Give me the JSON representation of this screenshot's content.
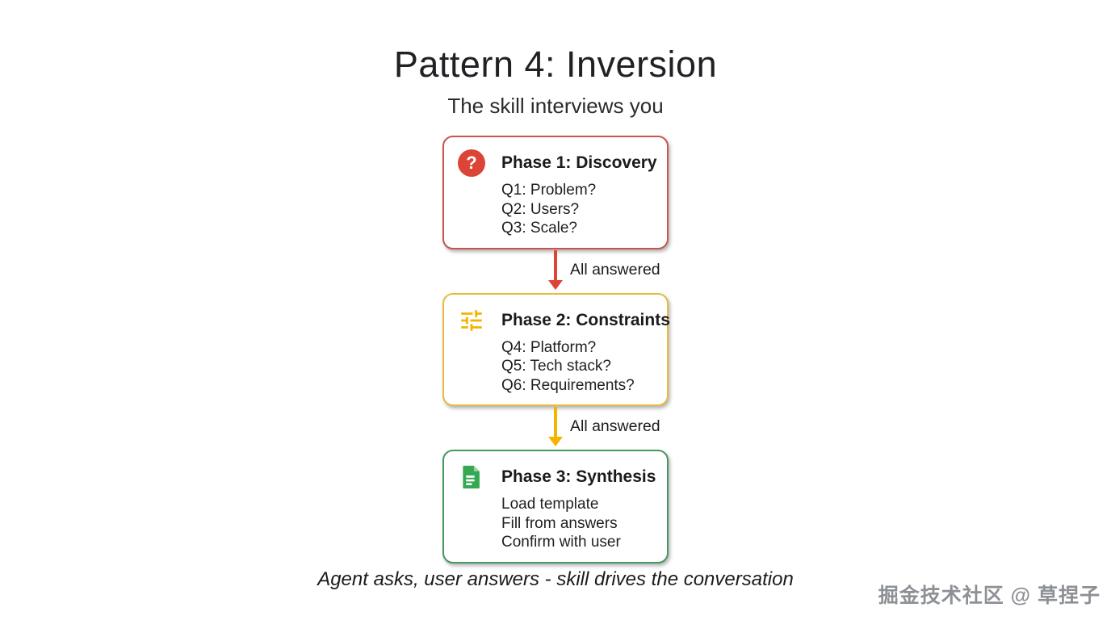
{
  "header": {
    "title": "Pattern 4: Inversion",
    "subtitle": "The skill interviews you"
  },
  "phases": [
    {
      "icon": "question-circle-icon",
      "icon_glyph": "?",
      "color": "#DB4437",
      "title": "Phase 1: Discovery",
      "lines": [
        "Q1: Problem?",
        "Q2: Users?",
        "Q3: Scale?"
      ]
    },
    {
      "icon": "tune-sliders-icon",
      "color": "#F4B400",
      "title": "Phase 2: Constraints",
      "lines": [
        "Q4: Platform?",
        "Q5: Tech stack?",
        "Q6: Requirements?"
      ]
    },
    {
      "icon": "document-icon",
      "color": "#34A853",
      "title": "Phase 3: Synthesis",
      "lines": [
        "Load template",
        "Fill from answers",
        "Confirm with user"
      ]
    }
  ],
  "arrows": [
    {
      "label": "All answered",
      "color": "#DB4437"
    },
    {
      "label": "All answered",
      "color": "#F4B400"
    }
  ],
  "footer": {
    "caption": "Agent asks, user answers - skill drives the conversation"
  },
  "watermark": {
    "text": "掘金技术社区 @ 草捏子"
  },
  "colors": {
    "phase1_red": "#DB4437",
    "phase2_yellow": "#F4B400",
    "phase3_green": "#34A853",
    "text": "#1F1F1F",
    "background": "#FFFFFF"
  }
}
